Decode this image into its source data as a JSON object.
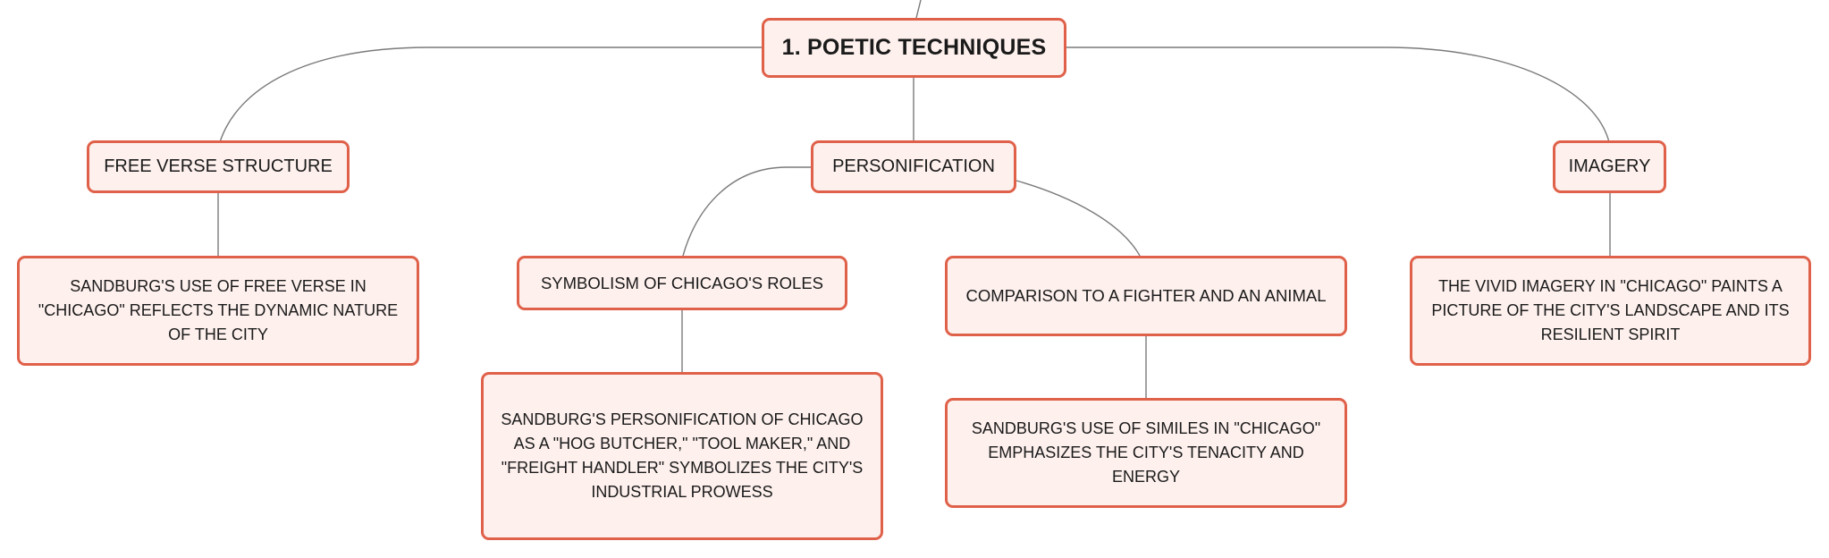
{
  "diagram": {
    "root": {
      "label": "1. POETIC TECHNIQUES"
    },
    "branches": [
      {
        "label": "FREE VERSE STRUCTURE",
        "children": [
          {
            "label": "SANDBURG'S USE OF FREE VERSE IN \"CHICAGO\" REFLECTS THE DYNAMIC NATURE OF THE CITY"
          }
        ]
      },
      {
        "label": "PERSONIFICATION",
        "children": [
          {
            "label": "SYMBOLISM OF CHICAGO'S ROLES",
            "children": [
              {
                "label": "SANDBURG'S PERSONIFICATION OF CHICAGO AS A \"HOG BUTCHER,\" \"TOOL MAKER,\" AND \"FREIGHT HANDLER\" SYMBOLIZES THE CITY'S INDUSTRIAL PROWESS"
              }
            ]
          },
          {
            "label": "COMPARISON TO A FIGHTER AND AN ANIMAL",
            "children": [
              {
                "label": "SANDBURG'S USE OF SIMILES IN \"CHICAGO\" EMPHASIZES THE CITY'S TENACITY AND ENERGY"
              }
            ]
          }
        ]
      },
      {
        "label": "IMAGERY",
        "children": [
          {
            "label": "THE VIVID IMAGERY IN \"CHICAGO\" PAINTS A PICTURE OF THE CITY'S LANDSCAPE AND ITS RESILIENT SPIRIT"
          }
        ]
      }
    ],
    "colors": {
      "node_fill": "#fdf0ed",
      "node_border": "#e0614a",
      "connector": "#7a7a7a",
      "text": "#1a1a1a"
    }
  }
}
